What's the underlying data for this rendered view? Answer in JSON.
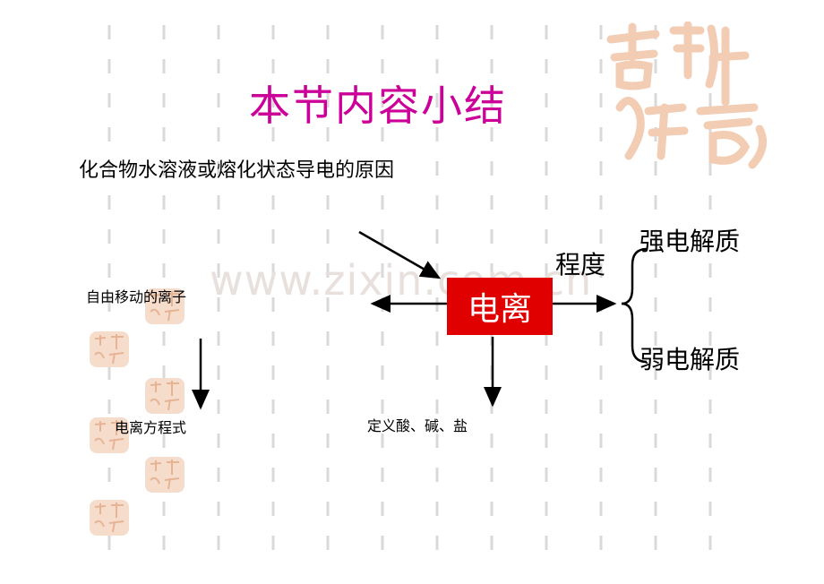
{
  "slide": {
    "title": "本节内容小结",
    "intro": "化合物水溶液或熔化状态导电的原因",
    "watermark": "www.zixin.com.cn",
    "center": "电离",
    "left_label": "自由移动的离子",
    "left_bottom_label": "电离方程式",
    "bottom_label": "定义酸、碱、盐",
    "degree_label": "程度",
    "strong_label": "强电解质",
    "weak_label": "弱电解质",
    "seal_text": "吉祥如意"
  },
  "colors": {
    "title": "#cc0099",
    "center_box": "#e00000",
    "seal": "#f2cdb4",
    "grid_lines": "#d9d9d9"
  }
}
